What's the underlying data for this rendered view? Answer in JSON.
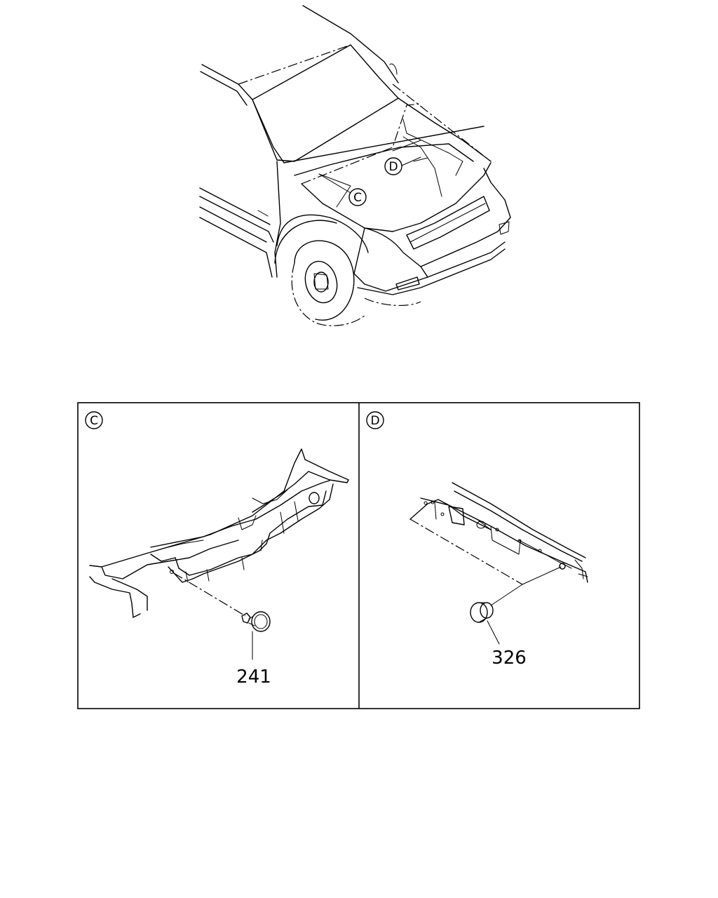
{
  "callouts": {
    "c": "C",
    "d": "D"
  },
  "panels": {
    "c": {
      "label": "C",
      "part_number": "241"
    },
    "d": {
      "label": "D",
      "part_number": "326"
    }
  }
}
